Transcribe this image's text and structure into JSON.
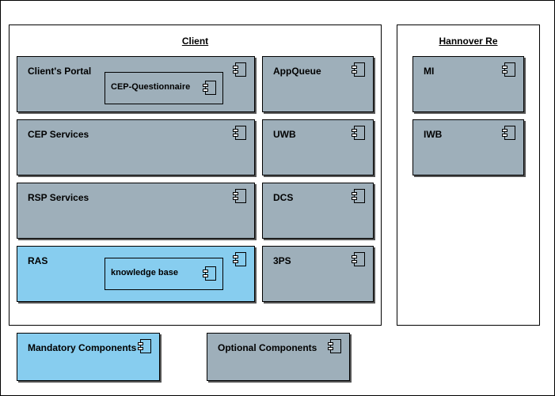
{
  "packages": {
    "client": {
      "title": "Client"
    },
    "hannover": {
      "title": "Hannover Re"
    }
  },
  "components": {
    "clients_portal": "Client's Portal",
    "cep_questionnaire": "CEP-Questionnaire",
    "cep_services": "CEP Services",
    "rsp_services": "RSP Services",
    "ras": "RAS",
    "knowledge_base": "knowledge base",
    "appqueue": "AppQueue",
    "uwb": "UWB",
    "dcs": "DCS",
    "threeps": "3PS",
    "mi": "MI",
    "iwb": "IWB"
  },
  "legend": {
    "mandatory": "Mandatory Components",
    "optional": "Optional Components"
  },
  "colors": {
    "mandatory": "#87cdef",
    "optional": "#9eafba"
  },
  "icon": "component-icon"
}
